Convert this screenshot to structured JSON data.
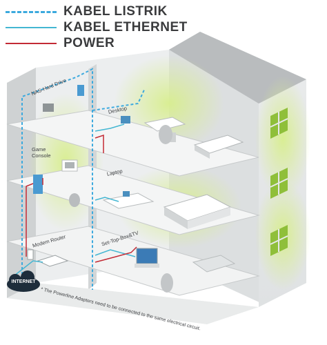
{
  "legend": {
    "items": [
      {
        "style": "dashed",
        "color": "#3ba9de",
        "label": "KABEL LISTRIK"
      },
      {
        "style": "solid",
        "color": "#43b6d2",
        "label": "KABEL ETHERNET"
      },
      {
        "style": "solid",
        "color": "#c32a35",
        "label": "POWER"
      }
    ]
  },
  "rooms": {
    "nas": "NAS-Hard Drive",
    "desktop": "Desktop",
    "game_console": "Game\nConsole",
    "laptop": "Laptop",
    "modem_router": "Modem Router",
    "settop": "Set-Top-Box&TV"
  },
  "internet": {
    "label": "INTERNET"
  },
  "note": "* The Powerline Adapters need to be connected to the same electrical circuit.",
  "colors": {
    "wall": "#e6e8e9",
    "wall_dark": "#c9cccd",
    "floor": "#f3f4f4",
    "glow": "#d6ec93",
    "roof": "#b9bcbe",
    "window": "#8fbf3a"
  }
}
